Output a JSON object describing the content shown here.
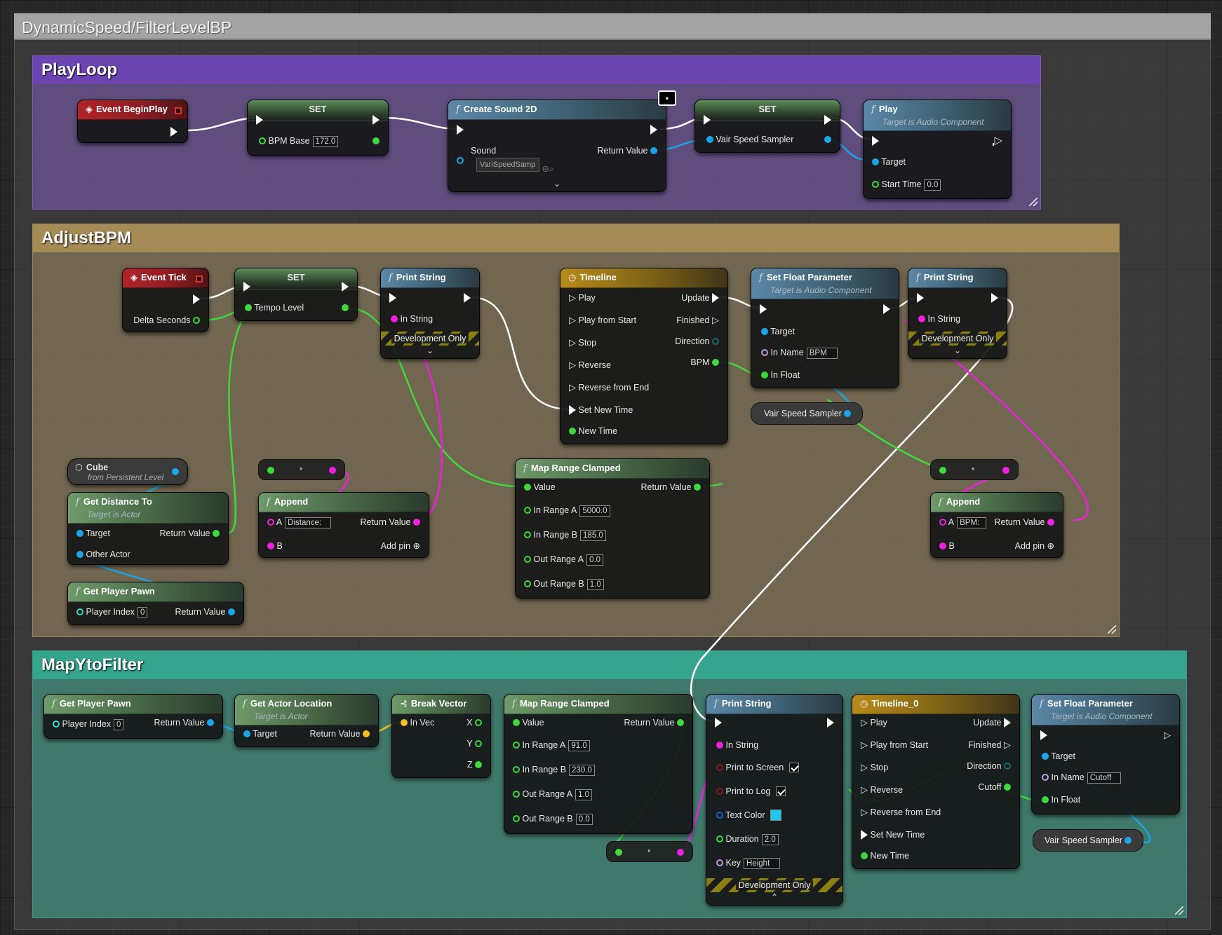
{
  "graph_title": "DynamicSpeed/FilterLevelBP",
  "comments": {
    "playloop": "PlayLoop",
    "adjustbpm": "AdjustBPM",
    "mapytofilter": "MapYtoFilter"
  },
  "colors": {
    "exec": "#ffffff",
    "float": "#3fd83f",
    "object": "#1aa6e6",
    "string": "#ee22dd",
    "name": "#c29be0",
    "vector": "#f0c020",
    "bool": "#8c1a1a",
    "color": "#1c5ad0"
  },
  "icons": [
    "event-icon",
    "function-icon",
    "timeline-clock-icon",
    "break-vector-icon",
    "actor-cube-icon",
    "debug-monitor-icon",
    "add-pin-icon",
    "chevron-down-icon",
    "chevron-up-icon"
  ],
  "playloop": {
    "begin_play": {
      "title": "Event BeginPlay"
    },
    "set1": {
      "title": "SET",
      "var": "BPM Base",
      "value": "172.0"
    },
    "create_sound": {
      "title": "Create Sound 2D",
      "sound_label": "Sound",
      "sound_value": "VariSpeedSamp",
      "ret": "Return Value"
    },
    "set2": {
      "title": "SET",
      "var": "Vair Speed Sampler"
    },
    "play": {
      "title": "Play",
      "sub": "Target is Audio Component",
      "target": "Target",
      "start_time": "Start Time",
      "start_value": "0.0"
    }
  },
  "adjust": {
    "event_tick": {
      "title": "Event Tick",
      "delta": "Delta Seconds"
    },
    "set": {
      "title": "SET",
      "var": "Tempo Level"
    },
    "print1": {
      "title": "Print String",
      "in": "In String",
      "dev": "Development Only"
    },
    "timeline": {
      "title": "Timeline",
      "pins_in": [
        "Play",
        "Play from Start",
        "Stop",
        "Reverse",
        "Reverse from End",
        "Set New Time",
        "New Time"
      ],
      "pins_out": [
        "Update",
        "Finished",
        "Direction",
        "BPM"
      ]
    },
    "setfloat": {
      "title": "Set Float Parameter",
      "sub": "Target is Audio Component",
      "target": "Target",
      "in_name": "In Name",
      "in_name_value": "BPM",
      "in_float": "In Float"
    },
    "print2": {
      "title": "Print String",
      "in": "In String",
      "dev": "Development Only"
    },
    "var_sampler": "Vair Speed Sampler",
    "cube": {
      "title": "Cube",
      "sub": "from Persistent Level"
    },
    "get_distance": {
      "title": "Get Distance To",
      "sub": "Target is Actor",
      "target": "Target",
      "other": "Other Actor",
      "ret": "Return Value"
    },
    "get_pawn": {
      "title": "Get Player Pawn",
      "player_index": "Player Index",
      "player_index_value": "0",
      "ret": "Return Value"
    },
    "append1": {
      "title": "Append",
      "a": "A",
      "a_value": "Distance:",
      "b": "B",
      "ret": "Return Value",
      "add_pin": "Add pin"
    },
    "map_range": {
      "title": "Map Range Clamped",
      "value": "Value",
      "ret": "Return Value",
      "in_a": "In Range A",
      "in_a_value": "5000.0",
      "in_b": "In Range B",
      "in_b_value": "185.0",
      "out_a": "Out Range A",
      "out_a_value": "0.0",
      "out_b": "Out Range B",
      "out_b_value": "1.0"
    },
    "append2": {
      "title": "Append",
      "a": "A",
      "a_value": "BPM:",
      "b": "B",
      "ret": "Return Value",
      "add_pin": "Add pin"
    }
  },
  "mapy": {
    "get_pawn": {
      "title": "Get Player Pawn",
      "player_index": "Player Index",
      "player_index_value": "0",
      "ret": "Return Value"
    },
    "get_location": {
      "title": "Get Actor Location",
      "sub": "Target is Actor",
      "target": "Target",
      "ret": "Return Value"
    },
    "break_vector": {
      "title": "Break Vector",
      "in": "In Vec",
      "x": "X",
      "y": "Y",
      "z": "Z"
    },
    "map_range": {
      "title": "Map Range Clamped",
      "value": "Value",
      "ret": "Return Value",
      "in_a": "In Range A",
      "in_a_value": "91.0",
      "in_b": "In Range B",
      "in_b_value": "230.0",
      "out_a": "Out Range A",
      "out_a_value": "1.0",
      "out_b": "Out Range B",
      "out_b_value": "0.0"
    },
    "print": {
      "title": "Print String",
      "in": "In String",
      "screen": "Print to Screen",
      "log": "Print to Log",
      "text_color": "Text Color",
      "text_color_value": "#1ec8f0",
      "duration": "Duration",
      "duration_value": "2.0",
      "key": "Key",
      "key_value": "Height",
      "dev": "Development Only"
    },
    "timeline": {
      "title": "Timeline_0",
      "pins_in": [
        "Play",
        "Play from Start",
        "Stop",
        "Reverse",
        "Reverse from End",
        "Set New Time",
        "New Time"
      ],
      "pins_out": [
        "Update",
        "Finished",
        "Direction",
        "Cutoff"
      ]
    },
    "setfloat": {
      "title": "Set Float Parameter",
      "sub": "Target is Audio Component",
      "target": "Target",
      "in_name": "In Name",
      "in_name_value": "Cutoff",
      "in_float": "In Float"
    },
    "var_sampler": "Vair Speed Sampler"
  }
}
